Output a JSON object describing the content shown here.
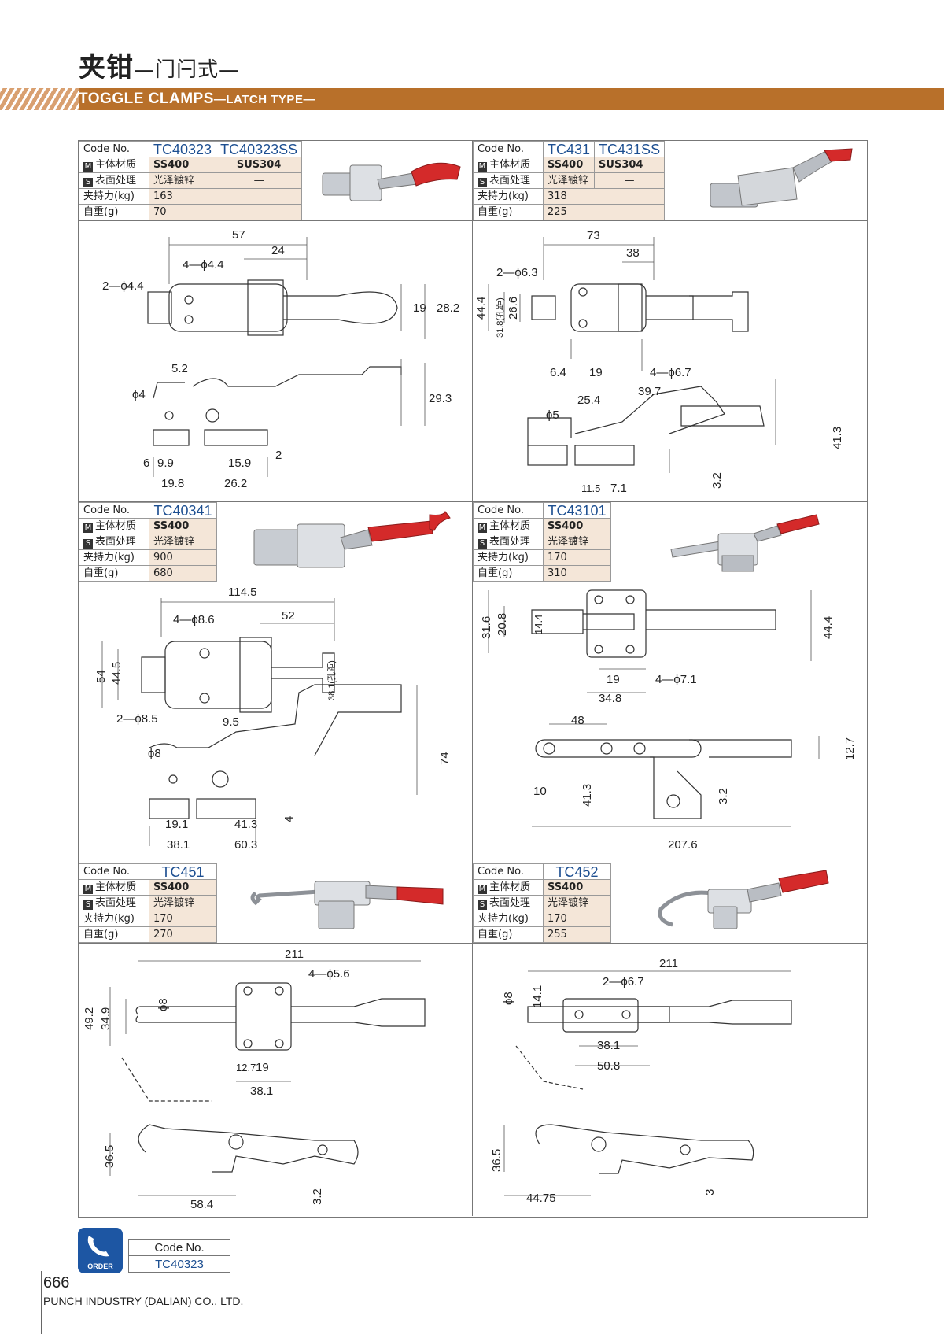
{
  "header": {
    "title_cn": "夹钳",
    "title_cn_sub": "—门闩式—",
    "title_en": "TOGGLE CLAMPS",
    "title_en_sub": "—LATCH TYPE—"
  },
  "labels": {
    "code": "Code No.",
    "material_badge": "M",
    "material": "主体材质",
    "surface_badge": "S",
    "surface": "表面处理",
    "force": "夹持力(kg)",
    "weight": "自重(g)"
  },
  "products": [
    {
      "codes": [
        "TC40323",
        "TC40323SS"
      ],
      "materials": [
        "SS400",
        "SUS304"
      ],
      "surfaces": [
        "光泽镀锌",
        "—"
      ],
      "force": "163",
      "weight": "70"
    },
    {
      "codes": [
        "TC431",
        "TC431SS"
      ],
      "materials": [
        "SS400",
        "SUS304"
      ],
      "surfaces": [
        "光泽镀锌",
        "—"
      ],
      "force": "318",
      "weight": "225"
    },
    {
      "codes": [
        "TC40341"
      ],
      "materials": [
        "SS400"
      ],
      "surfaces": [
        "光泽镀锌"
      ],
      "force": "900",
      "weight": "680"
    },
    {
      "codes": [
        "TC43101"
      ],
      "materials": [
        "SS400"
      ],
      "surfaces": [
        "光泽镀锌"
      ],
      "force": "170",
      "weight": "310"
    },
    {
      "codes": [
        "TC451"
      ],
      "materials": [
        "SS400"
      ],
      "surfaces": [
        "光泽镀锌"
      ],
      "force": "170",
      "weight": "270"
    },
    {
      "codes": [
        "TC452"
      ],
      "materials": [
        "SS400"
      ],
      "surfaces": [
        "光泽镀锌"
      ],
      "force": "170",
      "weight": "255"
    }
  ],
  "dims": {
    "p1": [
      "57",
      "24",
      "4—ϕ4.4",
      "2—ϕ4.4",
      "19",
      "28.2",
      "5.2",
      "ϕ4",
      "29.3",
      "2",
      "6",
      "9.9",
      "15.9",
      "19.8",
      "26.2"
    ],
    "p2": [
      "73",
      "38",
      "2—ϕ6.3",
      "44.4",
      "31.8(孔距)",
      "26.6",
      "6.4",
      "19",
      "4—ϕ6.7",
      "39.7",
      "25.4",
      "ϕ5",
      "41.3",
      "3.2",
      "11.5",
      "7.1"
    ],
    "p3": [
      "114.5",
      "4—ϕ8.6",
      "52",
      "54",
      "44.5",
      "38.1(孔距)",
      "2—ϕ8.5",
      "9.5",
      "ϕ8",
      "74",
      "19.1",
      "41.3",
      "4",
      "38.1",
      "60.3"
    ],
    "p4": [
      "31.6",
      "20.8",
      "14.4",
      "44.4",
      "19",
      "4—ϕ7.1",
      "34.8",
      "48",
      "12.7",
      "10",
      "41.3",
      "3.2",
      "207.6"
    ],
    "p5": [
      "211",
      "4—ϕ5.6",
      "ϕ8",
      "49.2",
      "34.9",
      "12.7",
      "19",
      "38.1",
      "36.5",
      "58.4",
      "3.2"
    ],
    "p6": [
      "211",
      "2—ϕ6.7",
      "ϕ8",
      "14.1",
      "38.1",
      "50.8",
      "36.5",
      "44.75",
      "3"
    ]
  },
  "footer": {
    "order_label": "ORDER",
    "code_label": "Code No.",
    "code_value": "TC40323",
    "page_number": "666",
    "company": "PUNCH INDUSTRY (DALIAN) CO., LTD."
  },
  "colors": {
    "band": "#b8702a",
    "code_blue": "#1d4f91",
    "cell_fill": "#f4e6d8",
    "handle_red": "#d42a2a",
    "order_blue": "#1d56a3"
  }
}
